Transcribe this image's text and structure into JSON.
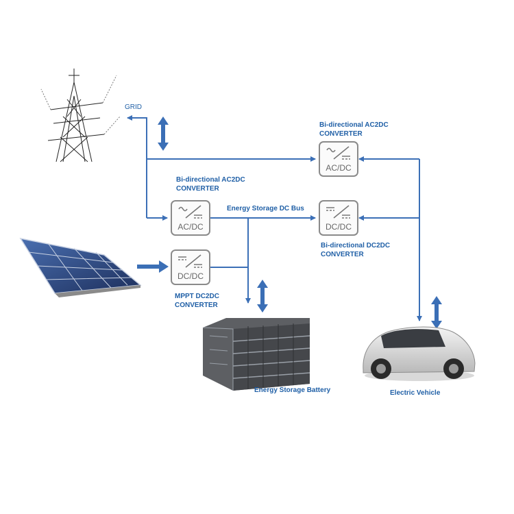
{
  "labels": {
    "grid": "GRID",
    "top_right_converter": [
      "Bi-directional AC2DC",
      "CONVERTER"
    ],
    "mid_left_converter": [
      "Bi-directional AC2DC",
      "CONVERTER"
    ],
    "dc_bus": "Energy Storage DC Bus",
    "dc2dc_converter": [
      "Bi-directional DC2DC",
      "CONVERTER"
    ],
    "mppt_converter": [
      "MPPT DC2DC",
      "CONVERTER"
    ],
    "battery": "Energy Storage Battery",
    "vehicle": "Electric Vehicle"
  },
  "converters": {
    "top_right": {
      "kind": "ac",
      "text": "AC/DC"
    },
    "mid_left": {
      "kind": "ac",
      "text": "AC/DC"
    },
    "mid_right": {
      "kind": "dc",
      "text": "DC/DC"
    },
    "mppt": {
      "kind": "dc",
      "text": "DC/DC"
    }
  },
  "colors": {
    "line": "#3b6fb6",
    "label": "#1f5fa6",
    "converter_border": "#8a8a8a"
  },
  "icons": [
    "transmission-tower-icon",
    "solar-panel-icon",
    "battery-rack-icon",
    "electric-car-icon"
  ]
}
